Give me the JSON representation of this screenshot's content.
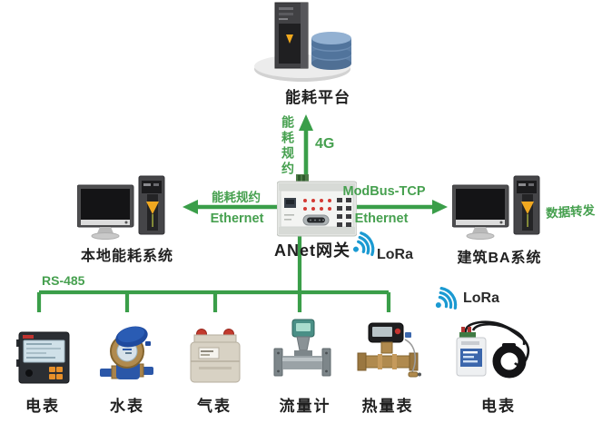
{
  "colors": {
    "line_green": "#3a9e49",
    "text_green": "#46a04f",
    "lora_blue": "#1b9ad2",
    "label_dark": "#1f1f1f"
  },
  "platform": {
    "label": "能耗平台"
  },
  "uplink": {
    "protocol": "能耗规约",
    "network": "4G"
  },
  "gateway": {
    "label": "ANet网关",
    "lora_label": "LoRa"
  },
  "left_link": {
    "protocol": "能耗规约",
    "network": "Ethernet"
  },
  "right_link": {
    "protocol": "ModBus-TCP",
    "network": "Ethernet"
  },
  "left_system": {
    "label": "本地能耗系统"
  },
  "right_system": {
    "label": "建筑BA系统",
    "note": "数据转发"
  },
  "bus": {
    "label": "RS-485"
  },
  "lora_bottom": {
    "label": "LoRa"
  },
  "devices": [
    {
      "label": "电表"
    },
    {
      "label": "水表"
    },
    {
      "label": "气表"
    },
    {
      "label": "流量计"
    },
    {
      "label": "热量表"
    },
    {
      "label": "电表"
    }
  ]
}
